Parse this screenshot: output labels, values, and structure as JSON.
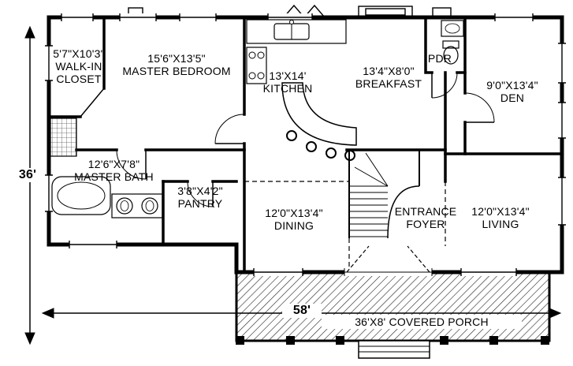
{
  "plan": {
    "dim_width": "58'",
    "dim_height": "36'",
    "colors": {
      "ink": "#000000",
      "background": "#ffffff"
    }
  },
  "rooms": {
    "walk_in_closet": {
      "size": "5'7\"X10'3\"",
      "line1": "WALK-IN",
      "line2": "CLOSET"
    },
    "master_bedroom": {
      "size": "15'6\"X13'5\"",
      "name": "MASTER BEDROOM"
    },
    "kitchen": {
      "size": "13'X14'",
      "name": "KITCHEN"
    },
    "breakfast": {
      "size": "13'4\"X8'0\"",
      "name": "BREAKFAST"
    },
    "powder_room": {
      "name": "PDR"
    },
    "den": {
      "size": "9'0\"X13'4\"",
      "name": "DEN"
    },
    "master_bath": {
      "size": "12'6\"X7'8\"",
      "name": "MASTER BATH"
    },
    "pantry": {
      "size": "3'8\"X4'2\"",
      "name": "PANTRY"
    },
    "dining": {
      "size": "12'0\"X13'4\"",
      "name": "DINING"
    },
    "entrance_foyer": {
      "line1": "ENTRANCE",
      "line2": "FOYER"
    },
    "living": {
      "size": "12'0\"X13'4\"",
      "name": "LIVING"
    },
    "covered_porch": {
      "name": "36'X8' COVERED PORCH"
    }
  }
}
